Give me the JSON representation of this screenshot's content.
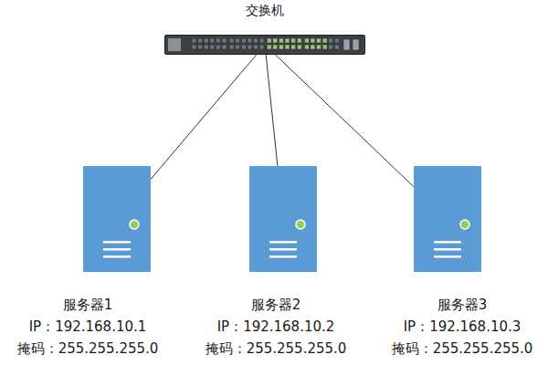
{
  "diagram": {
    "nodes": [
      {
        "text": [
          "交换机"
        ]
      },
      {
        "text": [
          "服务器1",
          "IP：192.168.10.1",
          "掩码：255.255.255.0"
        ]
      },
      {
        "text": [
          "服务器2",
          "IP：192.168.10.2",
          "掩码：255.255.255.0"
        ]
      },
      {
        "text": [
          "服务器3",
          "IP：192.168.10.3",
          "掩码：255.255.255.0"
        ]
      }
    ],
    "edges": [
      {
        "from": 0,
        "to": 1,
        "arrow": "none"
      },
      {
        "from": 0,
        "to": 2,
        "arrow": "none"
      },
      {
        "from": 0,
        "to": 3,
        "arrow": "none"
      }
    ]
  }
}
